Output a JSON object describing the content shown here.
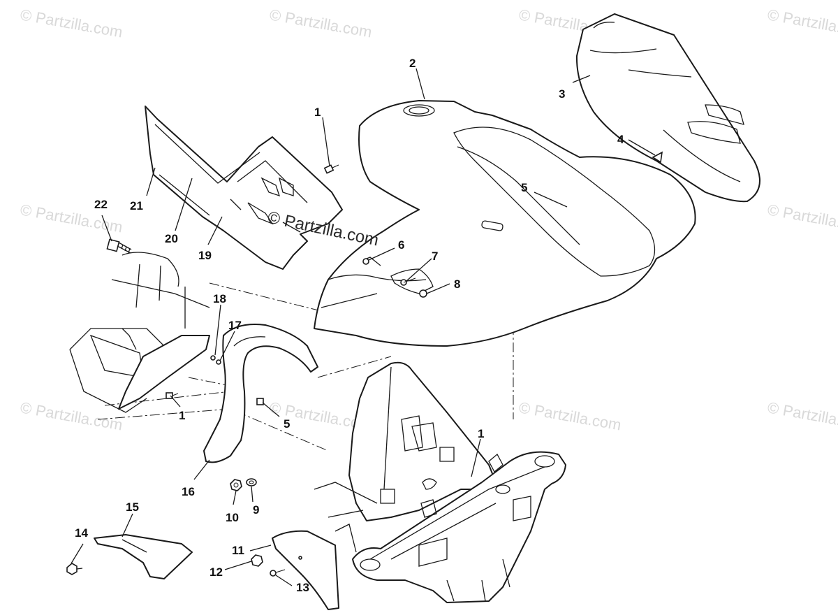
{
  "watermark": {
    "text": "© Partzilla.com",
    "center_text": "© Partzilla.com"
  },
  "callouts": [
    "1",
    "2",
    "3",
    "4",
    "5",
    "6",
    "7",
    "8",
    "1",
    "5",
    "18",
    "17",
    "22",
    "21",
    "20",
    "19",
    "16",
    "10",
    "9",
    "15",
    "14",
    "11",
    "12",
    "13",
    "1"
  ],
  "colors": {
    "line": "#1a1a1a",
    "background": "#ffffff",
    "watermark": "#d9d9d9"
  }
}
